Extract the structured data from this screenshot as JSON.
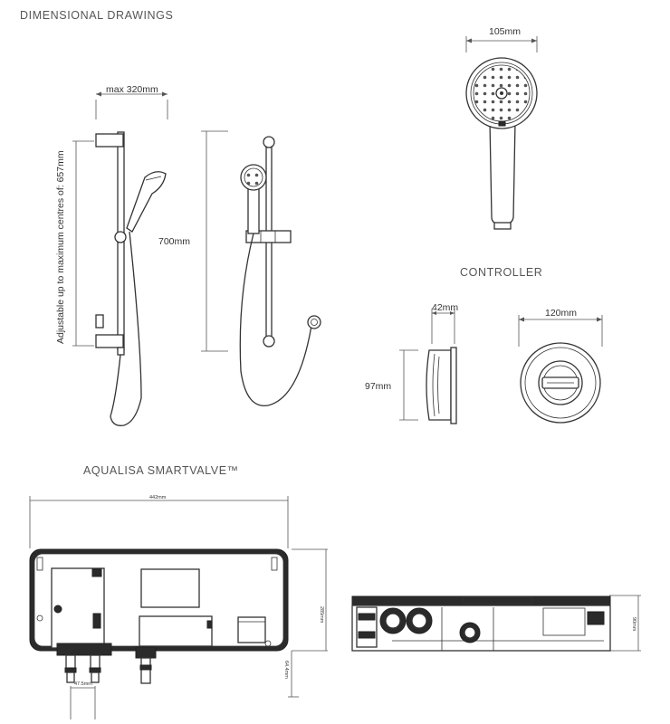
{
  "headings": {
    "main": "DIMENSIONAL DRAWINGS",
    "controller": "CONTROLLER",
    "smartvalve": "AQUALISA SMARTVALVE™"
  },
  "rail": {
    "width_label": "max 320mm",
    "height_label": "700mm",
    "centres_label": "Adjustable up to maximum centres of: 657mm"
  },
  "handset": {
    "width_label": "105mm"
  },
  "controller": {
    "depth_label": "42mm",
    "height_label": "97mm",
    "diameter_label": "120mm"
  },
  "valve": {
    "width_label": "442mm",
    "height_label": "285mm",
    "inlet_label": "64.4mm",
    "pitch_label": "47.5mm",
    "depth_label": "90mm"
  }
}
